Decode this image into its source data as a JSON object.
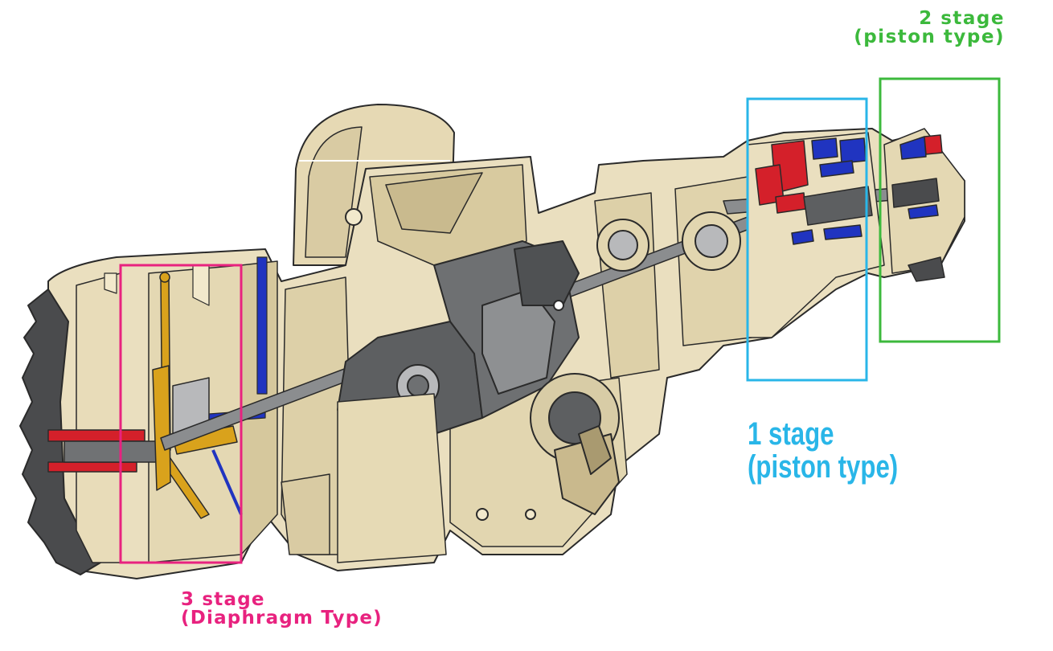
{
  "colors": {
    "stage1": "#29b6e8",
    "stage2": "#3cb93c",
    "stage3": "#e8227f",
    "housing": "#eadfbf",
    "housing_shadow": "#cbbd95",
    "housing_dark": "#a99a70",
    "metal": "#707274",
    "metal_dark": "#4a4b4d",
    "metal_light": "#b8b9bb",
    "piston_red": "#d4202a",
    "piston_blue": "#2034c0",
    "diaphragm_gold": "#d9a21c",
    "outline": "#2a2a2a"
  },
  "labels": {
    "stage1_line1": "1 stage",
    "stage1_line2": "(piston type)",
    "stage2_line1": "2 stage",
    "stage2_line2": "(piston type)",
    "stage3_line1": "3 stage",
    "stage3_line2": "(Diaphragm Type)"
  },
  "icons": {
    "compressor": "compressor-cutaway-illustration"
  }
}
